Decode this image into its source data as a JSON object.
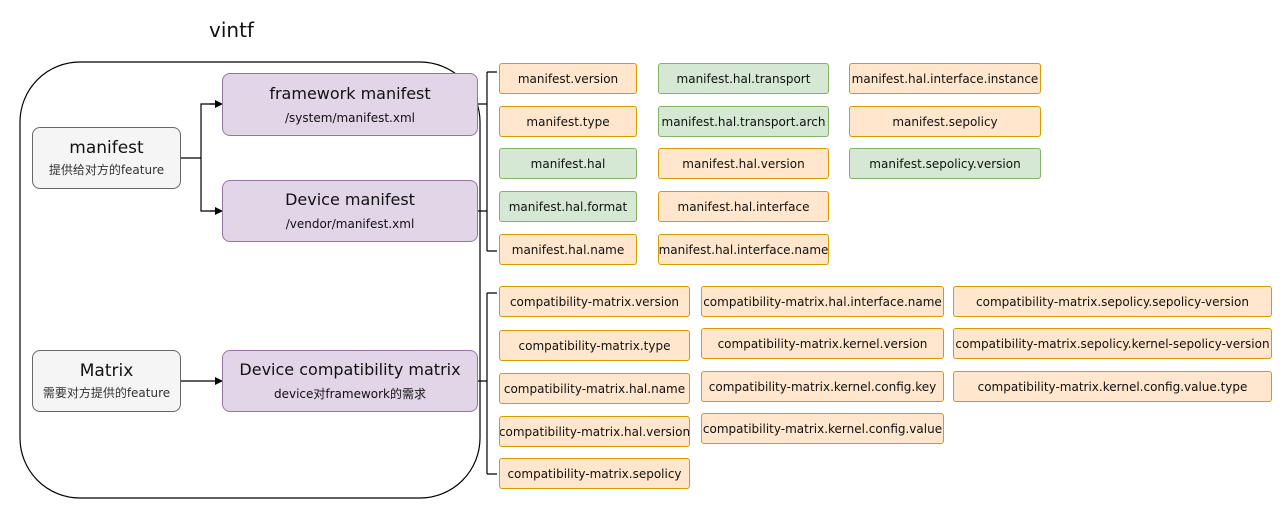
{
  "title": "vintf",
  "sources": {
    "manifest": {
      "name": "manifest",
      "desc": "提供给对方的feature"
    },
    "matrix": {
      "name": "Matrix",
      "desc": "需要对方提供的feature"
    }
  },
  "targets": {
    "framework": {
      "name": "framework manifest",
      "path": "/system/manifest.xml"
    },
    "device": {
      "name": "Device manifest",
      "path": "/vendor/manifest.xml"
    },
    "compat": {
      "name": "Device compatibility matrix",
      "path": "device对framework的需求"
    }
  },
  "manifest_fields": {
    "col1": [
      {
        "label": "manifest.version",
        "color": "orange"
      },
      {
        "label": "manifest.type",
        "color": "orange"
      },
      {
        "label": "manifest.hal",
        "color": "green"
      },
      {
        "label": "manifest.hal.format",
        "color": "green"
      },
      {
        "label": "manifest.hal.name",
        "color": "orange"
      }
    ],
    "col2": [
      {
        "label": "manifest.hal.transport",
        "color": "green"
      },
      {
        "label": "manifest.hal.transport.arch",
        "color": "green"
      },
      {
        "label": "manifest.hal.version",
        "color": "orange"
      },
      {
        "label": "manifest.hal.interface",
        "color": "orange"
      },
      {
        "label": "manifest.hal.interface.name",
        "color": "orange"
      }
    ],
    "col3": [
      {
        "label": "manifest.hal.interface.instance",
        "color": "orange"
      },
      {
        "label": "manifest.sepolicy",
        "color": "orange"
      },
      {
        "label": "manifest.sepolicy.version",
        "color": "green"
      }
    ]
  },
  "matrix_fields": {
    "col1": [
      {
        "label": "compatibility-matrix.version",
        "color": "orange"
      },
      {
        "label": "compatibility-matrix.type",
        "color": "orange"
      },
      {
        "label": "compatibility-matrix.hal.name",
        "color": "orange"
      },
      {
        "label": "compatibility-matrix.hal.version",
        "color": "orange"
      },
      {
        "label": "compatibility-matrix.sepolicy",
        "color": "orange"
      }
    ],
    "col2": [
      {
        "label": "compatibility-matrix.hal.interface.name",
        "color": "orange"
      },
      {
        "label": "compatibility-matrix.kernel.version",
        "color": "orange"
      },
      {
        "label": "compatibility-matrix.kernel.config.key",
        "color": "orange"
      },
      {
        "label": "compatibility-matrix.kernel.config.value",
        "color": "orange"
      }
    ],
    "col3": [
      {
        "label": "compatibility-matrix.sepolicy.sepolicy-version",
        "color": "orange"
      },
      {
        "label": "compatibility-matrix.sepolicy.kernel-sepolicy-version",
        "color": "orange"
      },
      {
        "label": "compatibility-matrix.kernel.config.value.type",
        "color": "orange"
      }
    ]
  }
}
